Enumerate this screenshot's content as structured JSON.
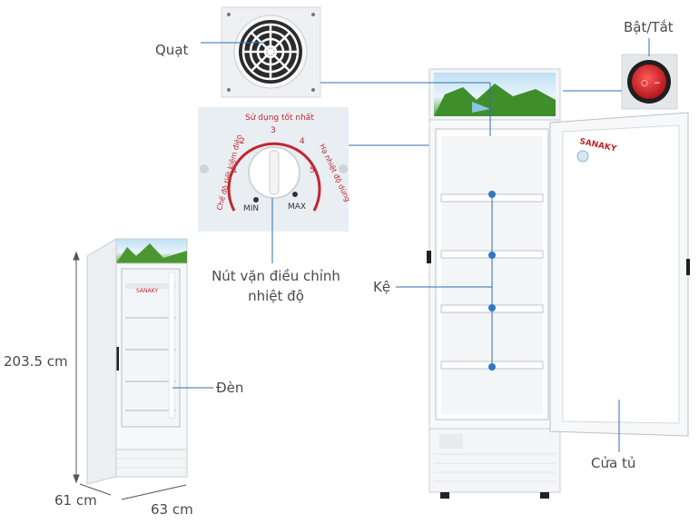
{
  "labels": {
    "fan": "Quạt",
    "power": "Bật/Tắt",
    "knob": "Nút vặn điều chỉnh\nnhiệt độ",
    "shelf": "Kệ",
    "light": "Đèn",
    "door": "Cửa tủ"
  },
  "dimensions": {
    "height": "203.5 cm",
    "depth": "61 cm",
    "width": "63 cm"
  },
  "dial": {
    "top_text": "Sử dụng tốt nhất",
    "right_text": "Hạ nhiệt độ dùng",
    "left_text": "Chế độ tiết kiệm điện",
    "numbers": [
      "1",
      "2",
      "3",
      "4",
      "5"
    ],
    "min": "MIN",
    "max": "MAX"
  },
  "brand": "SANAKY",
  "colors": {
    "callout": "#2f6fb0",
    "switch": "#d8202a",
    "dial_text": "#c0282e"
  }
}
